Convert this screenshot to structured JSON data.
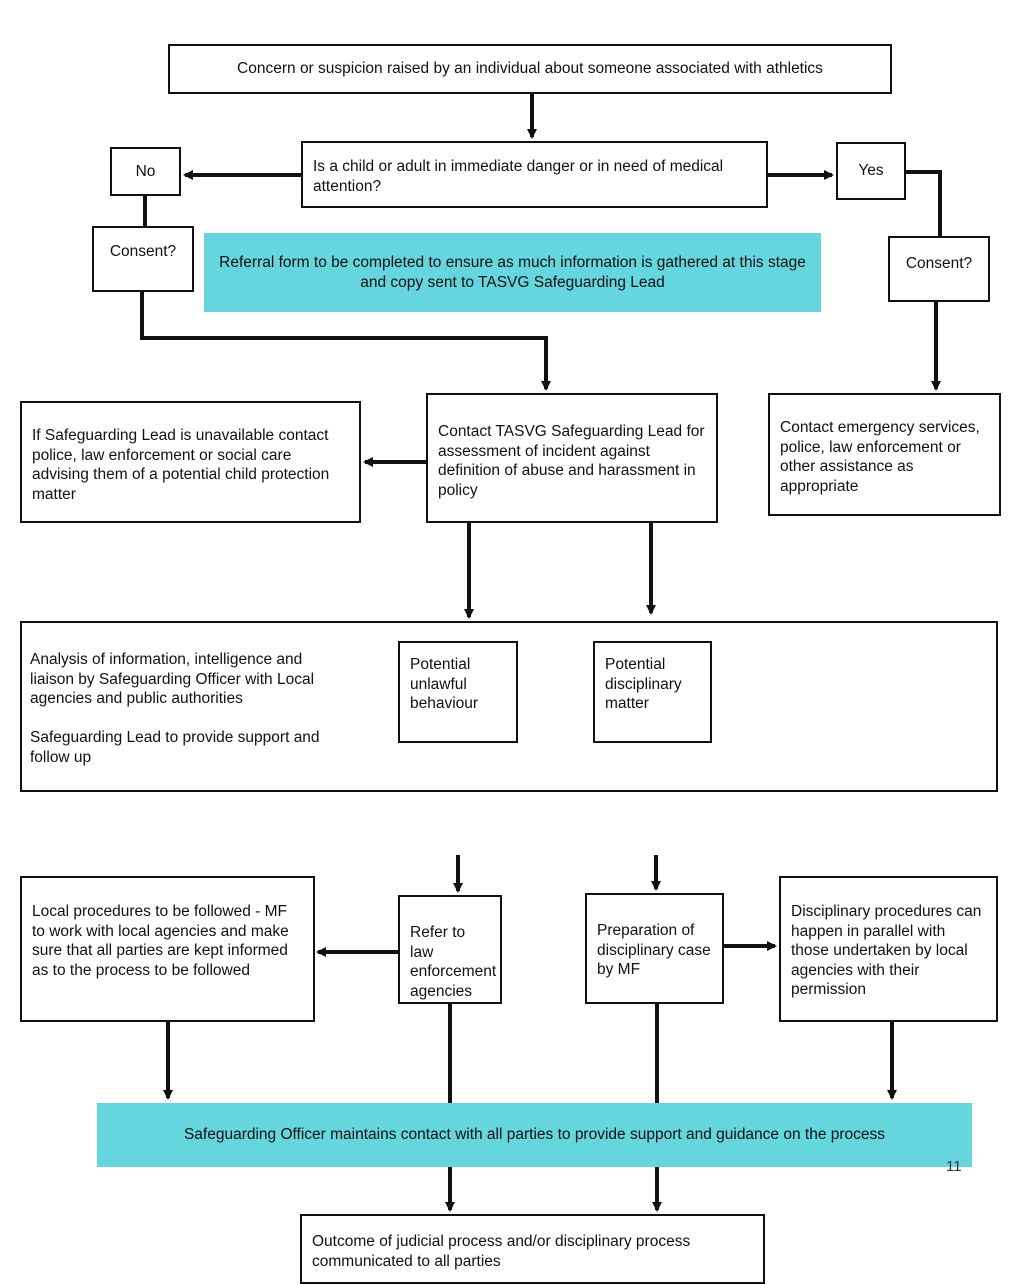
{
  "colors": {
    "highlight": "#65d5de",
    "line": "#111111"
  },
  "nodes": {
    "concern": "Concern or suspicion raised by an individual about someone associated with athletics",
    "danger_question": "Is a child or adult in immediate danger or in need of medical attention?",
    "no": "No",
    "yes": "Yes",
    "consent_left": "Consent?",
    "consent_right": "Consent?",
    "referral_form": "Referral form to be completed to ensure as much information is gathered at this stage and copy sent to TASVG Safeguarding Lead",
    "lead_unavailable": "If Safeguarding Lead is unavailable contact police, law enforcement or social care advising them of a potential child protection matter",
    "contact_lead": "Contact TASVG Safeguarding Lead for assessment of incident against definition of abuse and harassment in policy",
    "contact_emergency": "Contact emergency services, police, law enforcement or other assistance as appropriate",
    "analysis": "Analysis of information, intelligence and liaison by Safeguarding Officer with Local agencies and public authorities",
    "lead_support": "Safeguarding Lead to provide support and follow up",
    "unlawful": "Potential unlawful behaviour",
    "disciplinary_matter": "Potential disciplinary matter",
    "local_procedures": "Local procedures to be followed - MF to work with local agencies and make sure that all parties are kept informed as to the process to be followed",
    "refer_law": "Refer to law enforcement agencies",
    "prep_case": "Preparation of disciplinary case by MF",
    "disc_procedures": "Disciplinary procedures can happen in parallel with those undertaken by local agencies with their permission",
    "officer_contact": "Safeguarding Officer maintains contact with all parties to provide support and guidance on the process",
    "outcome": "Outcome of judicial process and/or disciplinary process communicated to all parties"
  },
  "page_number": "11"
}
